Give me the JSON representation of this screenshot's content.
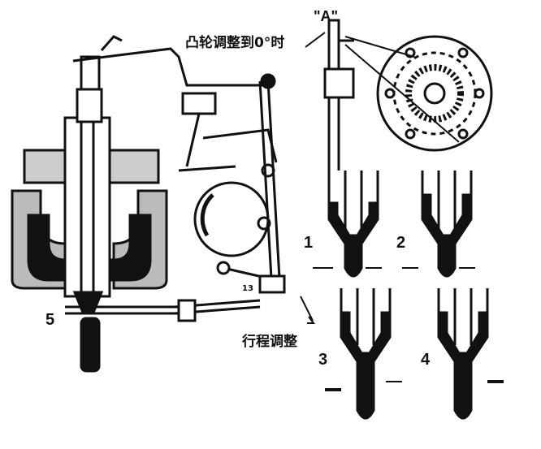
{
  "labels": {
    "cam_note": "凸轮调整到0°时",
    "point_a": "\"A\"",
    "stroke_adjust": "行程调整",
    "part_13": "13",
    "stage_1": "1",
    "stage_2": "2",
    "stage_3": "3",
    "stage_4": "4",
    "item_5": "5"
  },
  "colors": {
    "ink": "#111111",
    "paper": "#ffffff"
  }
}
